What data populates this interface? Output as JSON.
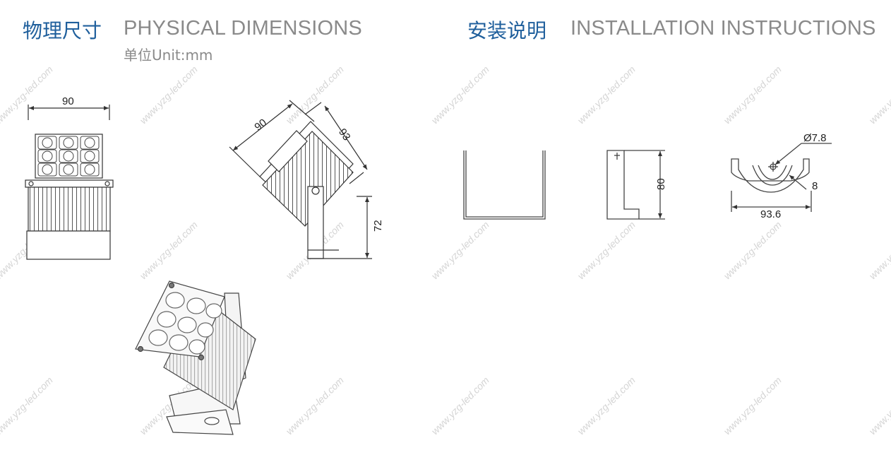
{
  "physical": {
    "title_cn": "物理尺寸",
    "title_en": "PHYSICAL DIMENSIONS",
    "unit": "单位Unit:mm"
  },
  "installation": {
    "title_cn": "安装说明",
    "title_en": "INSTALLATION INSTRUCTIONS"
  },
  "dimensions": {
    "front_width": "90",
    "side_width": "90",
    "side_depth": "93",
    "side_height": "72",
    "bracket_height": "80",
    "hole_diameter": "Ø7.8",
    "slot_width": "8",
    "bracket_length": "93.6"
  },
  "watermark": "www.yzg-led.com",
  "colors": {
    "title_cn": "#1f5f9c",
    "title_en": "#8a8a8a",
    "line": "#333333",
    "watermark": "#d4d4d4"
  }
}
